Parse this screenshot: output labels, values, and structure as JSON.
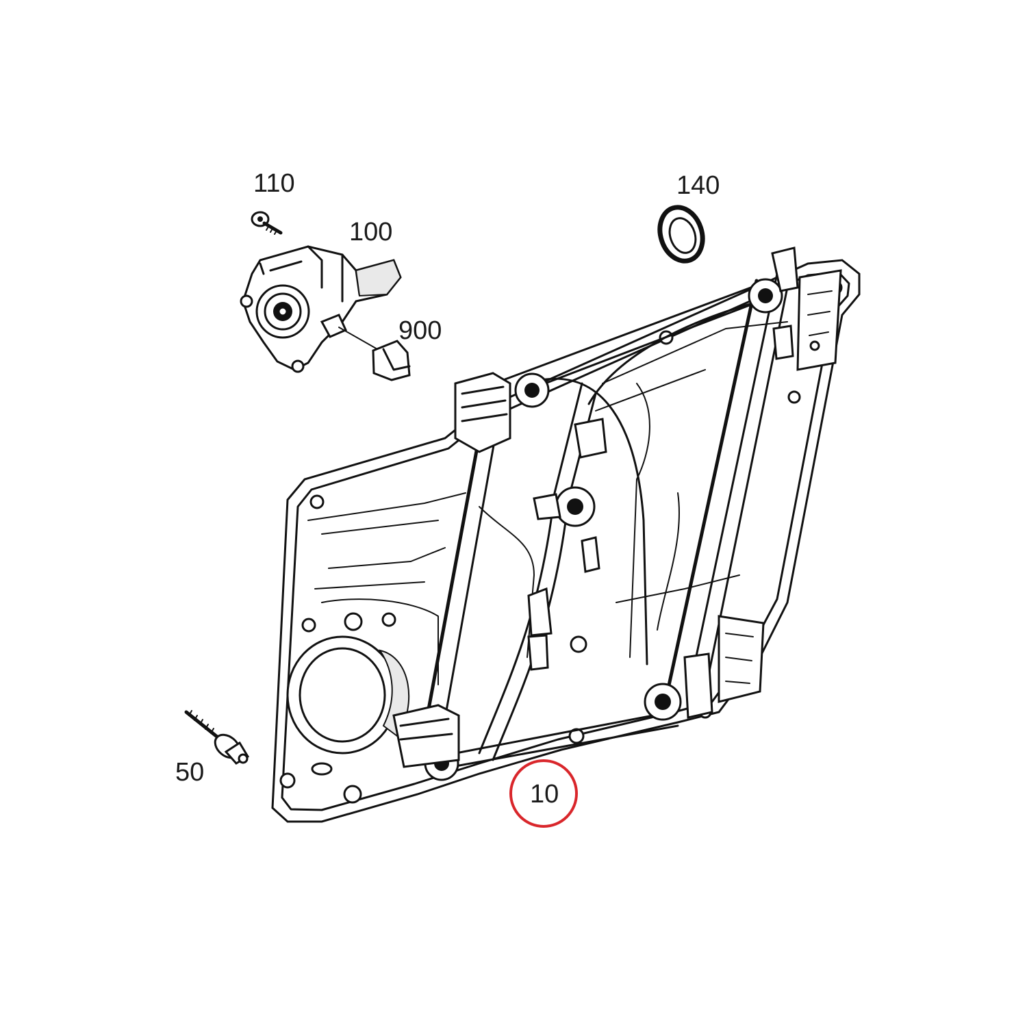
{
  "diagram": {
    "callouts": {
      "bolt_small": "110",
      "motor": "100",
      "grommet": "140",
      "connector": "900",
      "stud": "50",
      "window_regulator": "10"
    },
    "highlight_color": "#d9262b",
    "line_color": "#111111",
    "background": "#ffffff"
  }
}
